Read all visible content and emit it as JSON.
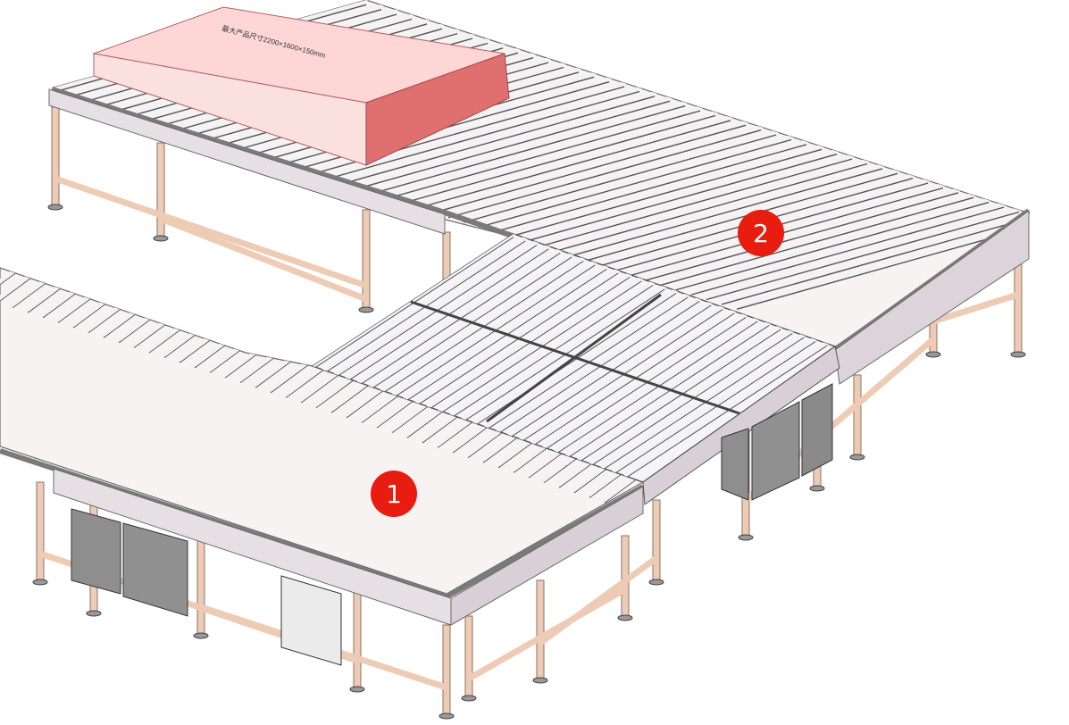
{
  "product_box": {
    "label": "最大产品尺寸2200×1600×150mm",
    "top_color": "#ffd6d6",
    "side_color": "#e07070",
    "front_color": "#fbe0e0"
  },
  "markers": [
    {
      "label": "1",
      "color": "#e81c0f"
    },
    {
      "label": "2",
      "color": "#e81c0f"
    }
  ],
  "colors": {
    "frame": "#eecbb5",
    "frame_edge": "#8a7366",
    "roller": "#f4f2f4",
    "roller_edge": "#555555",
    "rail": "#d8d5d8",
    "cabinet": "#8e8e8e",
    "cabinet_light": "#e8e8e8"
  }
}
